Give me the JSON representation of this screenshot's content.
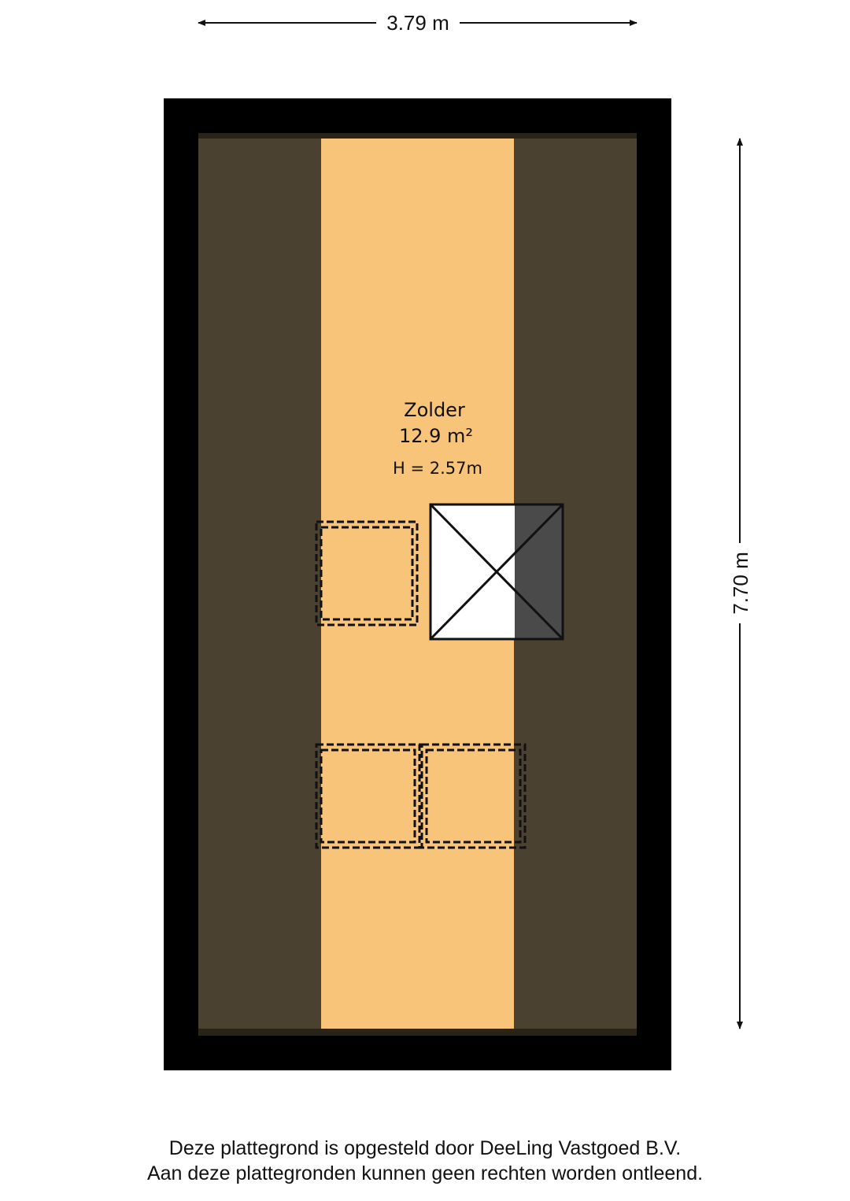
{
  "dimensions": {
    "width_label": "3.79 m",
    "height_label": "7.70 m"
  },
  "room": {
    "name": "Zolder",
    "area": "12.9 m²",
    "height": "H = 2.57m"
  },
  "footer": {
    "line1": "Deze plattegrond is opgesteld door DeeLing Vastgoed B.V.",
    "line2": "Aan deze plattegronden kunnen geen rechten worden ontleend."
  },
  "colors": {
    "wall": "#000000",
    "floor": "#F8C47A",
    "sloped_roof": "#4A4130",
    "stair_dark": "#4A4A4A",
    "stair_light": "#FFFFFF"
  }
}
